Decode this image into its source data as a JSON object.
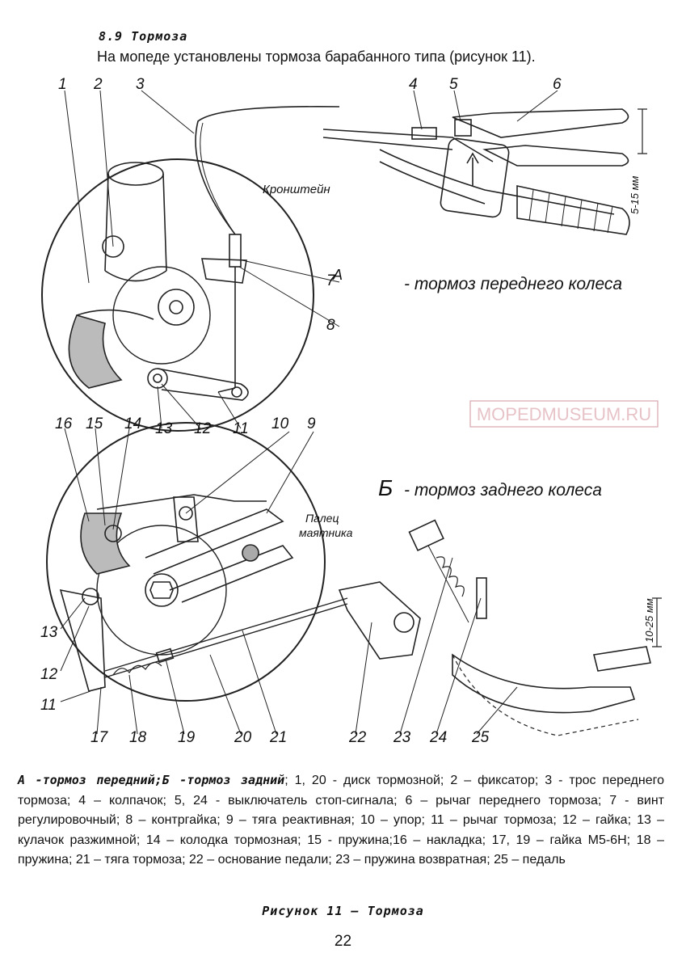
{
  "section": {
    "heading": "8.9 Тормоза",
    "intro": "На мопеде установлены тормоза барабанного типа (рисунок 11)."
  },
  "figure": {
    "view_a_label": "А",
    "view_a_title": "- тормоз переднего колеса",
    "view_b_label": "Б",
    "view_b_title": "- тормоз заднего колеса",
    "bracket_label": "Кронштейн",
    "pin_label_line1": "Палец",
    "pin_label_line2": "маятника",
    "dim_front": "5-15 мм",
    "dim_rear": "10-25 мм",
    "watermark": "MOPEDMUSEUM.RU",
    "callouts": [
      "1",
      "2",
      "3",
      "4",
      "5",
      "6",
      "7",
      "8",
      "9",
      "10",
      "11",
      "12",
      "13",
      "14",
      "15",
      "16",
      "17",
      "18",
      "19",
      "20",
      "21",
      "22",
      "23",
      "24",
      "25"
    ]
  },
  "caption": {
    "lead": "А -тормоз передний;Б -тормоз задний",
    "body": "; 1, 20 - диск тормозной; 2 – фиксатор; 3 - трос переднего тормоза; 4 – колпачок; 5, 24 - выключатель стоп-сигнала; 6 – рычаг переднего тормоза; 7 - винт регулировочный; 8 – контргайка; 9 – тяга реактивная; 10 – упор; 11 – рычаг тормоза; 12 – гайка; 13 – кулачок разжимной;  14 – колодка тормозная; 15 - пружина;16 – накладка; 17, 19 – гайка М5-6Н; 18 – пружина; 21 – тяга тормоза; 22 – основание педали;  23 – пружина возвратная; 25 – педаль"
  },
  "figure_title": "Рисунок 11 – Тормоза",
  "page_number": "22"
}
